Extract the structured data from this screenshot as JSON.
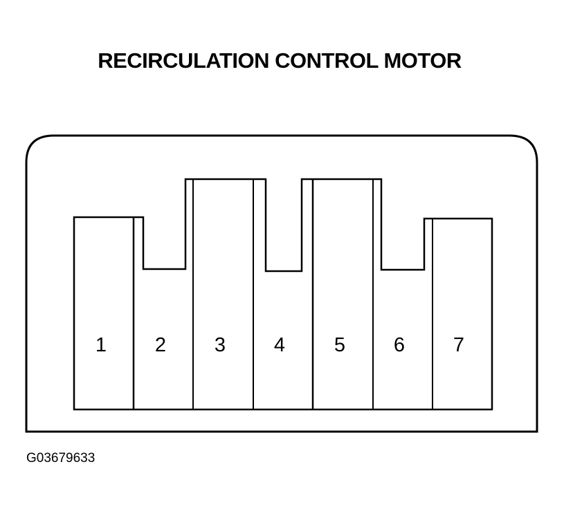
{
  "diagram": {
    "title": "RECIRCULATION CONTROL MOTOR",
    "figure_id": "G03679633",
    "pins": [
      {
        "label": "1"
      },
      {
        "label": "2"
      },
      {
        "label": "3"
      },
      {
        "label": "4"
      },
      {
        "label": "5"
      },
      {
        "label": "6"
      },
      {
        "label": "7"
      }
    ]
  }
}
